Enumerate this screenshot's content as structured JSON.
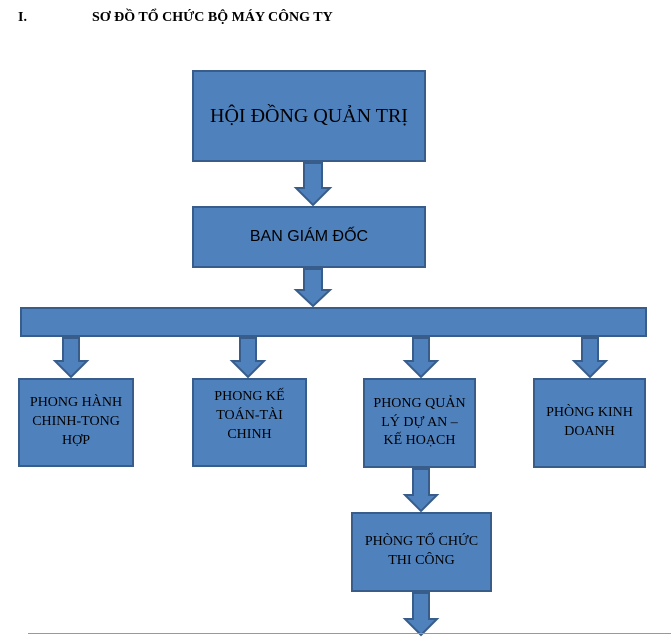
{
  "heading": {
    "number": "I.",
    "title": "SƠ ĐỒ TỔ CHỨC BỘ MÁY CÔNG TY"
  },
  "nodes": {
    "board": "HỘI ĐỒNG QUẢN TRỊ",
    "directors": "BAN GIÁM ĐỐC",
    "admin": "PHONG HÀNH CHINH-TONG HỢP",
    "finance": "PHONG KẾ TOÁN-TÀI CHINH",
    "project": "PHONG QUẢN LÝ DỰ AN – KẾ HOẠCH",
    "business": "PHÒNG KINH DOANH",
    "construction": "PHÒNG TỔ CHỨC THI CÔNG"
  },
  "colors": {
    "box_fill": "#4f81bd",
    "box_border": "#385d8a"
  }
}
